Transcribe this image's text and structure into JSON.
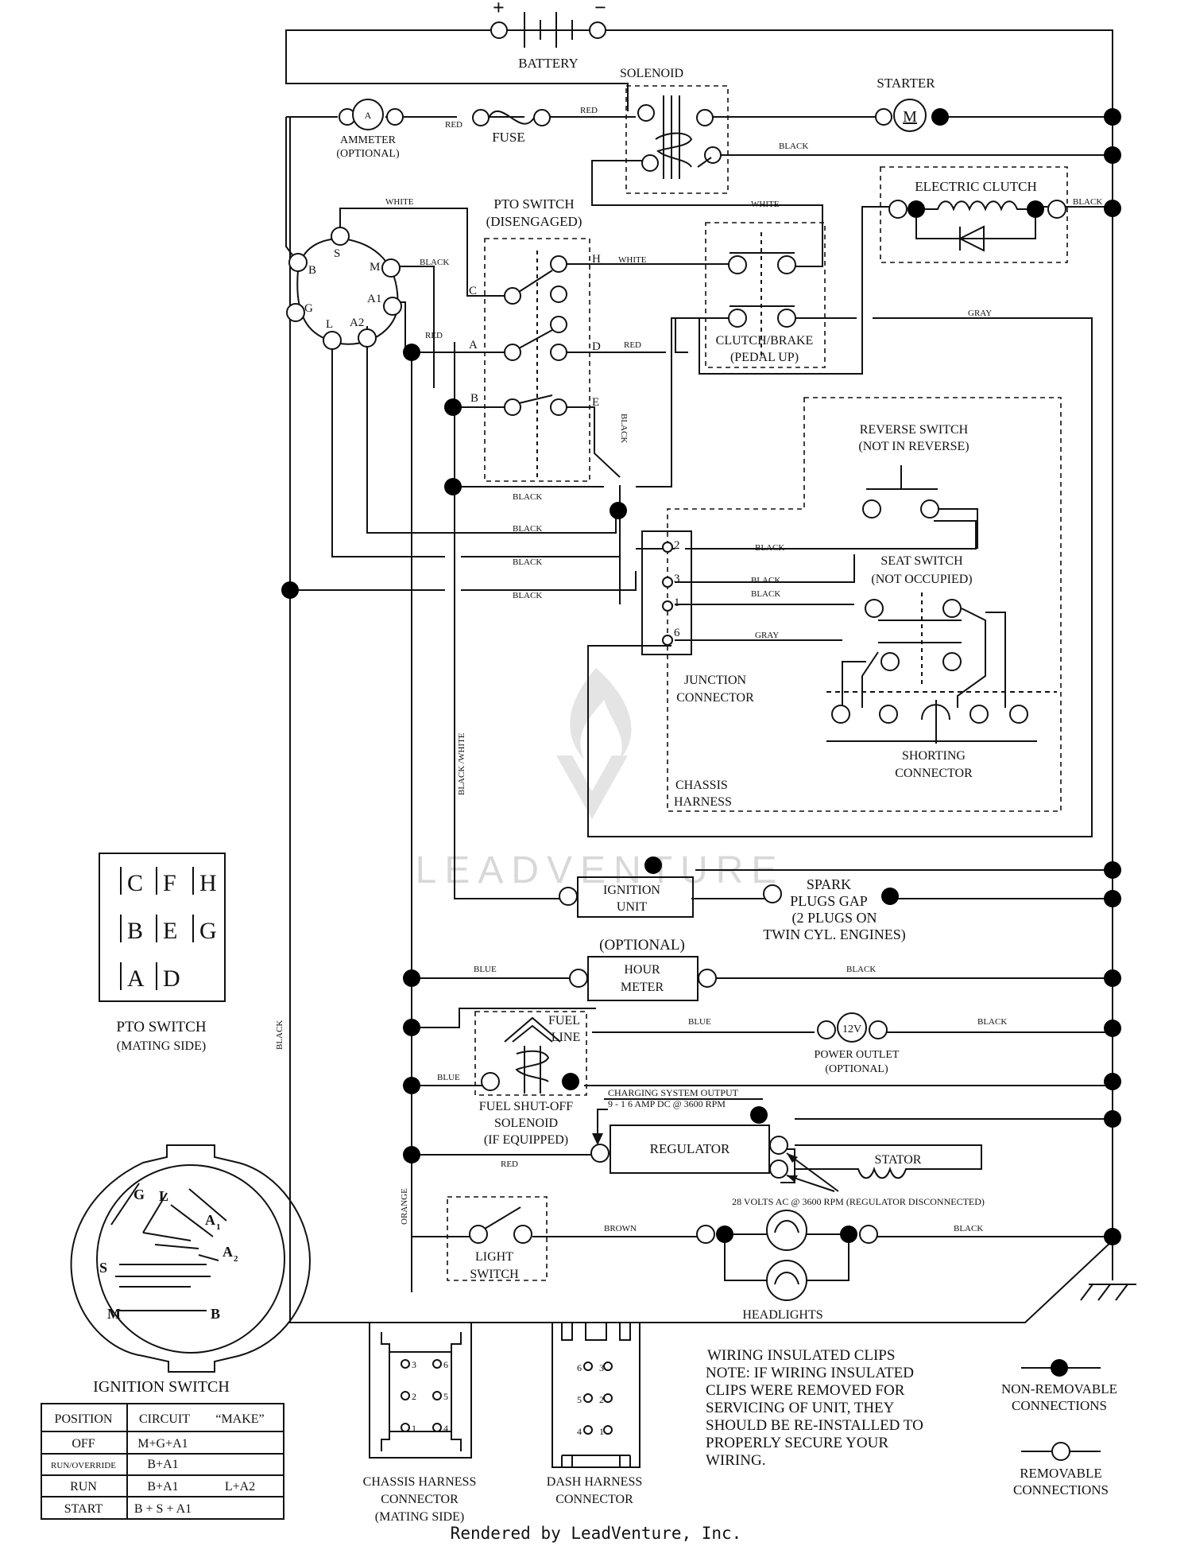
{
  "components": {
    "battery": "BATTERY",
    "battery_plus": "+",
    "battery_minus": "−",
    "solenoid": "SOLENOID",
    "starter": "STARTER",
    "starter_symbol": "M",
    "ammeter": "AMMETER",
    "ammeter_optional": "(OPTIONAL)",
    "ammeter_symbol": "A",
    "fuse": "FUSE",
    "electric_clutch": "ELECTRIC CLUTCH",
    "pto_switch": "PTO SWITCH",
    "pto_disengaged": "(DISENGAGED)",
    "clutch_brake": "CLUTCH/BRAKE",
    "pedal_up": "(PEDAL UP)",
    "reverse_switch": "REVERSE SWITCH",
    "not_in_reverse": "(NOT IN REVERSE)",
    "seat_switch": "SEAT SWITCH",
    "not_occupied": "(NOT OCCUPIED)",
    "junction": "JUNCTION",
    "connector": "CONNECTOR",
    "shorting": "SHORTING",
    "shorting_connector": "CONNECTOR",
    "chassis": "CHASSIS",
    "harness": "HARNESS",
    "ignition_unit_1": "IGNITION",
    "ignition_unit_2": "UNIT",
    "spark_1": "SPARK",
    "spark_2": "PLUGS GAP",
    "spark_3": "(2 PLUGS ON",
    "spark_4": "TWIN CYL. ENGINES)",
    "optional": "(OPTIONAL)",
    "hour": "HOUR",
    "meter": "METER",
    "fuel_1": "FUEL",
    "fuel_2": "LINE",
    "power_outlet": "POWER OUTLET",
    "power_optional": "(OPTIONAL)",
    "outlet_symbol": "12V",
    "fso_1": "FUEL SHUT-OFF",
    "fso_2": "SOLENOID",
    "fso_3": "(IF EQUIPPED)",
    "charging_1": "CHARGING SYSTEM OUTPUT",
    "charging_2": "9 - 1 6 AMP DC @ 3600 RPM",
    "regulator": "REGULATOR",
    "stator": "STATOR",
    "volts_ac": "28 VOLTS AC @ 3600 RPM (REGULATOR DISCONNECTED)",
    "light_1": "LIGHT",
    "light_2": "SWITCH",
    "headlights": "HEADLIGHTS",
    "pto_mating_1": "PTO SWITCH",
    "pto_mating_2": "(MATING SIDE)",
    "ignition_switch": "IGNITION SWITCH"
  },
  "wires": {
    "red": "RED",
    "black": "BLACK",
    "white": "WHITE",
    "gray": "GRAY",
    "black_white": "BLACK /WHITE",
    "blue": "BLUE",
    "brown": "BROWN",
    "orange": "ORANGE"
  },
  "terminals": {
    "ign": [
      "B",
      "S",
      "M",
      "A1",
      "A2",
      "L",
      "G"
    ],
    "pto": [
      "C",
      "H",
      "A",
      "D",
      "B",
      "E"
    ],
    "junction": [
      "2",
      "3",
      "1",
      "6"
    ]
  },
  "pto_face": [
    "C",
    "F",
    "H",
    "B",
    "E",
    "G",
    "A",
    "D"
  ],
  "ign_face": {
    "g": "G",
    "l": "L",
    "a": "A",
    "sub1": "1",
    "sub2": "2",
    "s": "S",
    "m": "M",
    "b": "B"
  },
  "ign_table": {
    "headers": [
      "POSITION",
      "CIRCUIT",
      "“MAKE”"
    ],
    "rows": [
      [
        "OFF",
        "M+G+A1",
        ""
      ],
      [
        "RUN/OVERRIDE",
        "B+A1",
        ""
      ],
      [
        "RUN",
        "B+A1",
        "L+A2"
      ],
      [
        "START",
        "B + S + A1",
        ""
      ]
    ]
  },
  "chassis_conn": {
    "pins": [
      "3",
      "6",
      "2",
      "5",
      "1",
      "4"
    ],
    "label_1": "CHASSIS HARNESS",
    "label_2": "CONNECTOR",
    "label_3": "(MATING SIDE)"
  },
  "dash_conn": {
    "pins": [
      "6",
      "3",
      "5",
      "2",
      "4",
      "1"
    ],
    "label_1": "DASH HARNESS",
    "label_2": "CONNECTOR"
  },
  "note_lines": [
    "WIRING INSULATED CLIPS",
    "NOTE:  IF WIRING INSULATED",
    "CLIPS WERE REMOVED FOR",
    "SERVICING OF UNIT, THEY",
    "SHOULD BE RE-INSTALLED TO",
    "PROPERLY SECURE YOUR",
    "WIRING."
  ],
  "legend": {
    "nr_1": "NON-REMOVABLE",
    "nr_2": "CONNECTIONS",
    "r_1": "REMOVABLE",
    "r_2": "CONNECTIONS"
  },
  "watermark": "LEADVENTURE",
  "footer": "Rendered by LeadVenture, Inc."
}
